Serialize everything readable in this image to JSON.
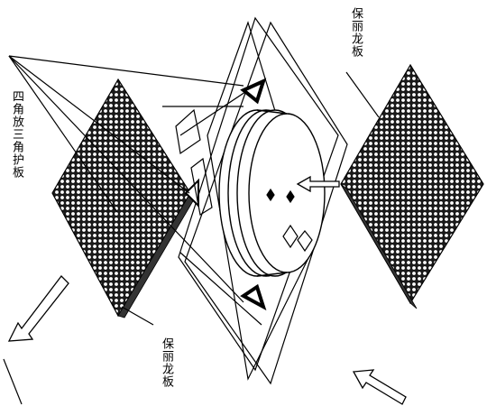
{
  "labels": {
    "protective_board_top": "保丽龙板",
    "corner_guard": "四角放三角护板",
    "protective_board_bottom": "保丽龙板"
  },
  "colors": {
    "stroke": "#000000",
    "background": "#ffffff"
  }
}
